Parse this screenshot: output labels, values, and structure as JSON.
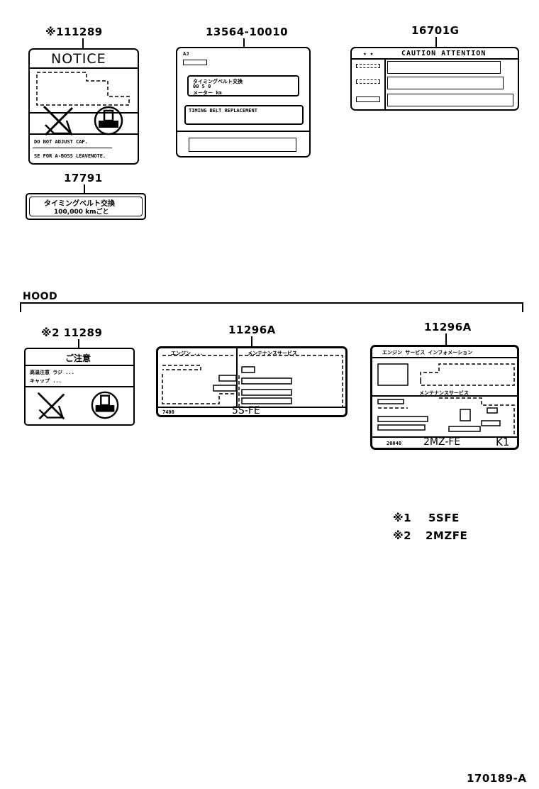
{
  "parts": {
    "p1": {
      "number": "※111289",
      "notice_title": "NOTICE",
      "line1": "DO NOT ADJUST CAP.",
      "line2": "SE FOR A-BOSS LEAVENOTE."
    },
    "p2": {
      "number": "13564-10010",
      "header": "TIMING BELT REPLACEMENT"
    },
    "p3": {
      "number": "16701G",
      "header": "CAUTION ATTENTION"
    },
    "p4": {
      "number": "17791",
      "line1": "タイミングベルト交換",
      "line2": "100,000 kmごと"
    },
    "p5": {
      "number": "※2 11289",
      "title": "ご注意"
    },
    "p6": {
      "number": "11296A",
      "left_head": "エンジン ...",
      "right_head": "メンテナンスサービス",
      "model": "5S-FE"
    },
    "p7": {
      "number": "11296A",
      "top_head": "エンジン サービス インフォメーション",
      "mid_head": "メンテナンスサービス",
      "model": "2MZ-FE",
      "code": "K1"
    }
  },
  "section": {
    "label": "HOOD"
  },
  "legend": [
    {
      "mark": "※1",
      "value": "5SFE"
    },
    {
      "mark": "※2",
      "value": "2MZFE"
    }
  ],
  "figure_id": "170189-A",
  "icons": {
    "no_fluid": "crossed-beaker-icon",
    "radiator_cap": "radiator-cap-icon"
  }
}
